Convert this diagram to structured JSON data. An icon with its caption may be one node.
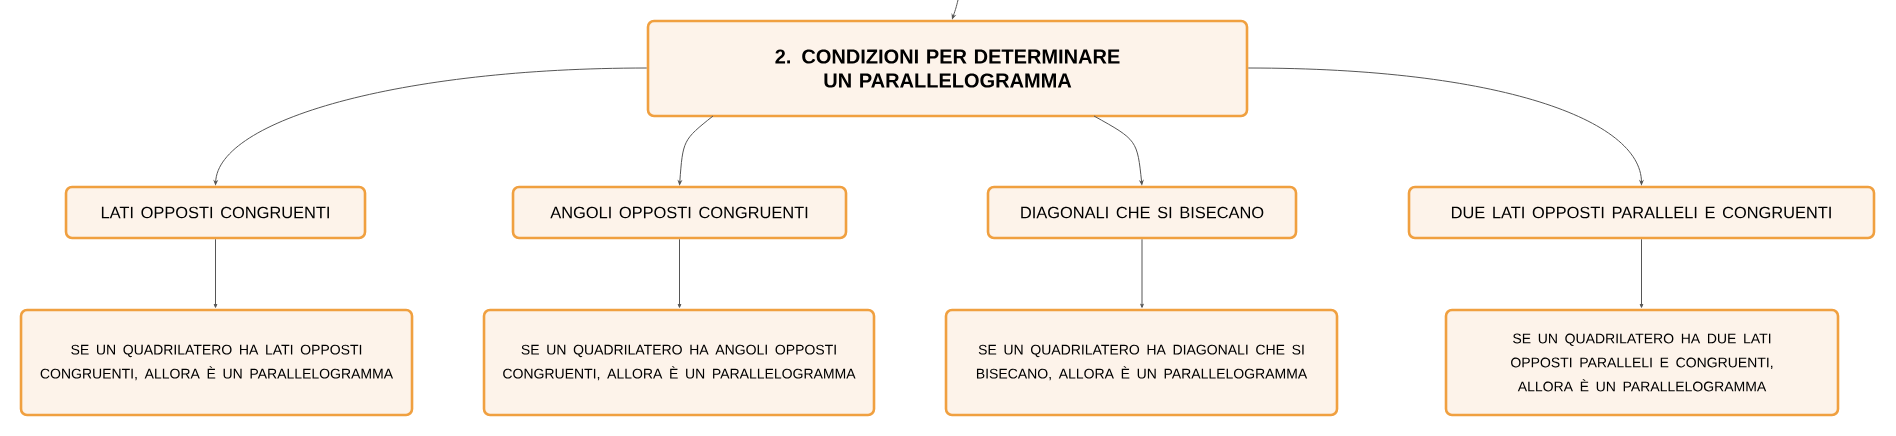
{
  "diagram": {
    "nodes": [
      {
        "text": [
          "2. CONDIZIONI PER DETERMINARE UN PARALLELOGRAMMA"
        ]
      },
      {
        "text": [
          "LATI OPPOSTI CONGRUENTI"
        ]
      },
      {
        "text": [
          "ANGOLI OPPOSTI CONGRUENTI"
        ]
      },
      {
        "text": [
          "DIAGONALI CHE SI BISECANO"
        ]
      },
      {
        "text": [
          "DUE LATI OPPOSTI PARALLELI E CONGRUENTI"
        ]
      },
      {
        "text": [
          "SE UN QUADRILATERO HA LATI OPPOSTI CONGRUENTI, ALLORA È UN PARALLELOGRAMMA"
        ]
      },
      {
        "text": [
          "SE UN QUADRILATERO HA ANGOLI OPPOSTI CONGRUENTI, ALLORA È UN PARALLELOGRAMMA"
        ]
      },
      {
        "text": [
          "SE UN QUADRILATERO HA DIAGONALI CHE SI BISECANO, ALLORA È UN PARALLELOGRAMMA"
        ]
      },
      {
        "text": [
          "SE UN QUADRILATERO HA DUE LATI OPPOSTI PARALLELI E CONGRUENTI, ALLORA È UN PARALLELOGRAMMA"
        ]
      }
    ],
    "edges": [
      {
        "from": null,
        "to": 0,
        "arrow": "to"
      },
      {
        "from": 0,
        "to": 1,
        "arrow": "to"
      },
      {
        "from": 0,
        "to": 2,
        "arrow": "to"
      },
      {
        "from": 0,
        "to": 3,
        "arrow": "to"
      },
      {
        "from": 0,
        "to": 4,
        "arrow": "to"
      },
      {
        "from": 1,
        "to": 5,
        "arrow": "to"
      },
      {
        "from": 2,
        "to": 6,
        "arrow": "to"
      },
      {
        "from": 3,
        "to": 7,
        "arrow": "to"
      },
      {
        "from": 4,
        "to": 8,
        "arrow": "to"
      }
    ]
  }
}
